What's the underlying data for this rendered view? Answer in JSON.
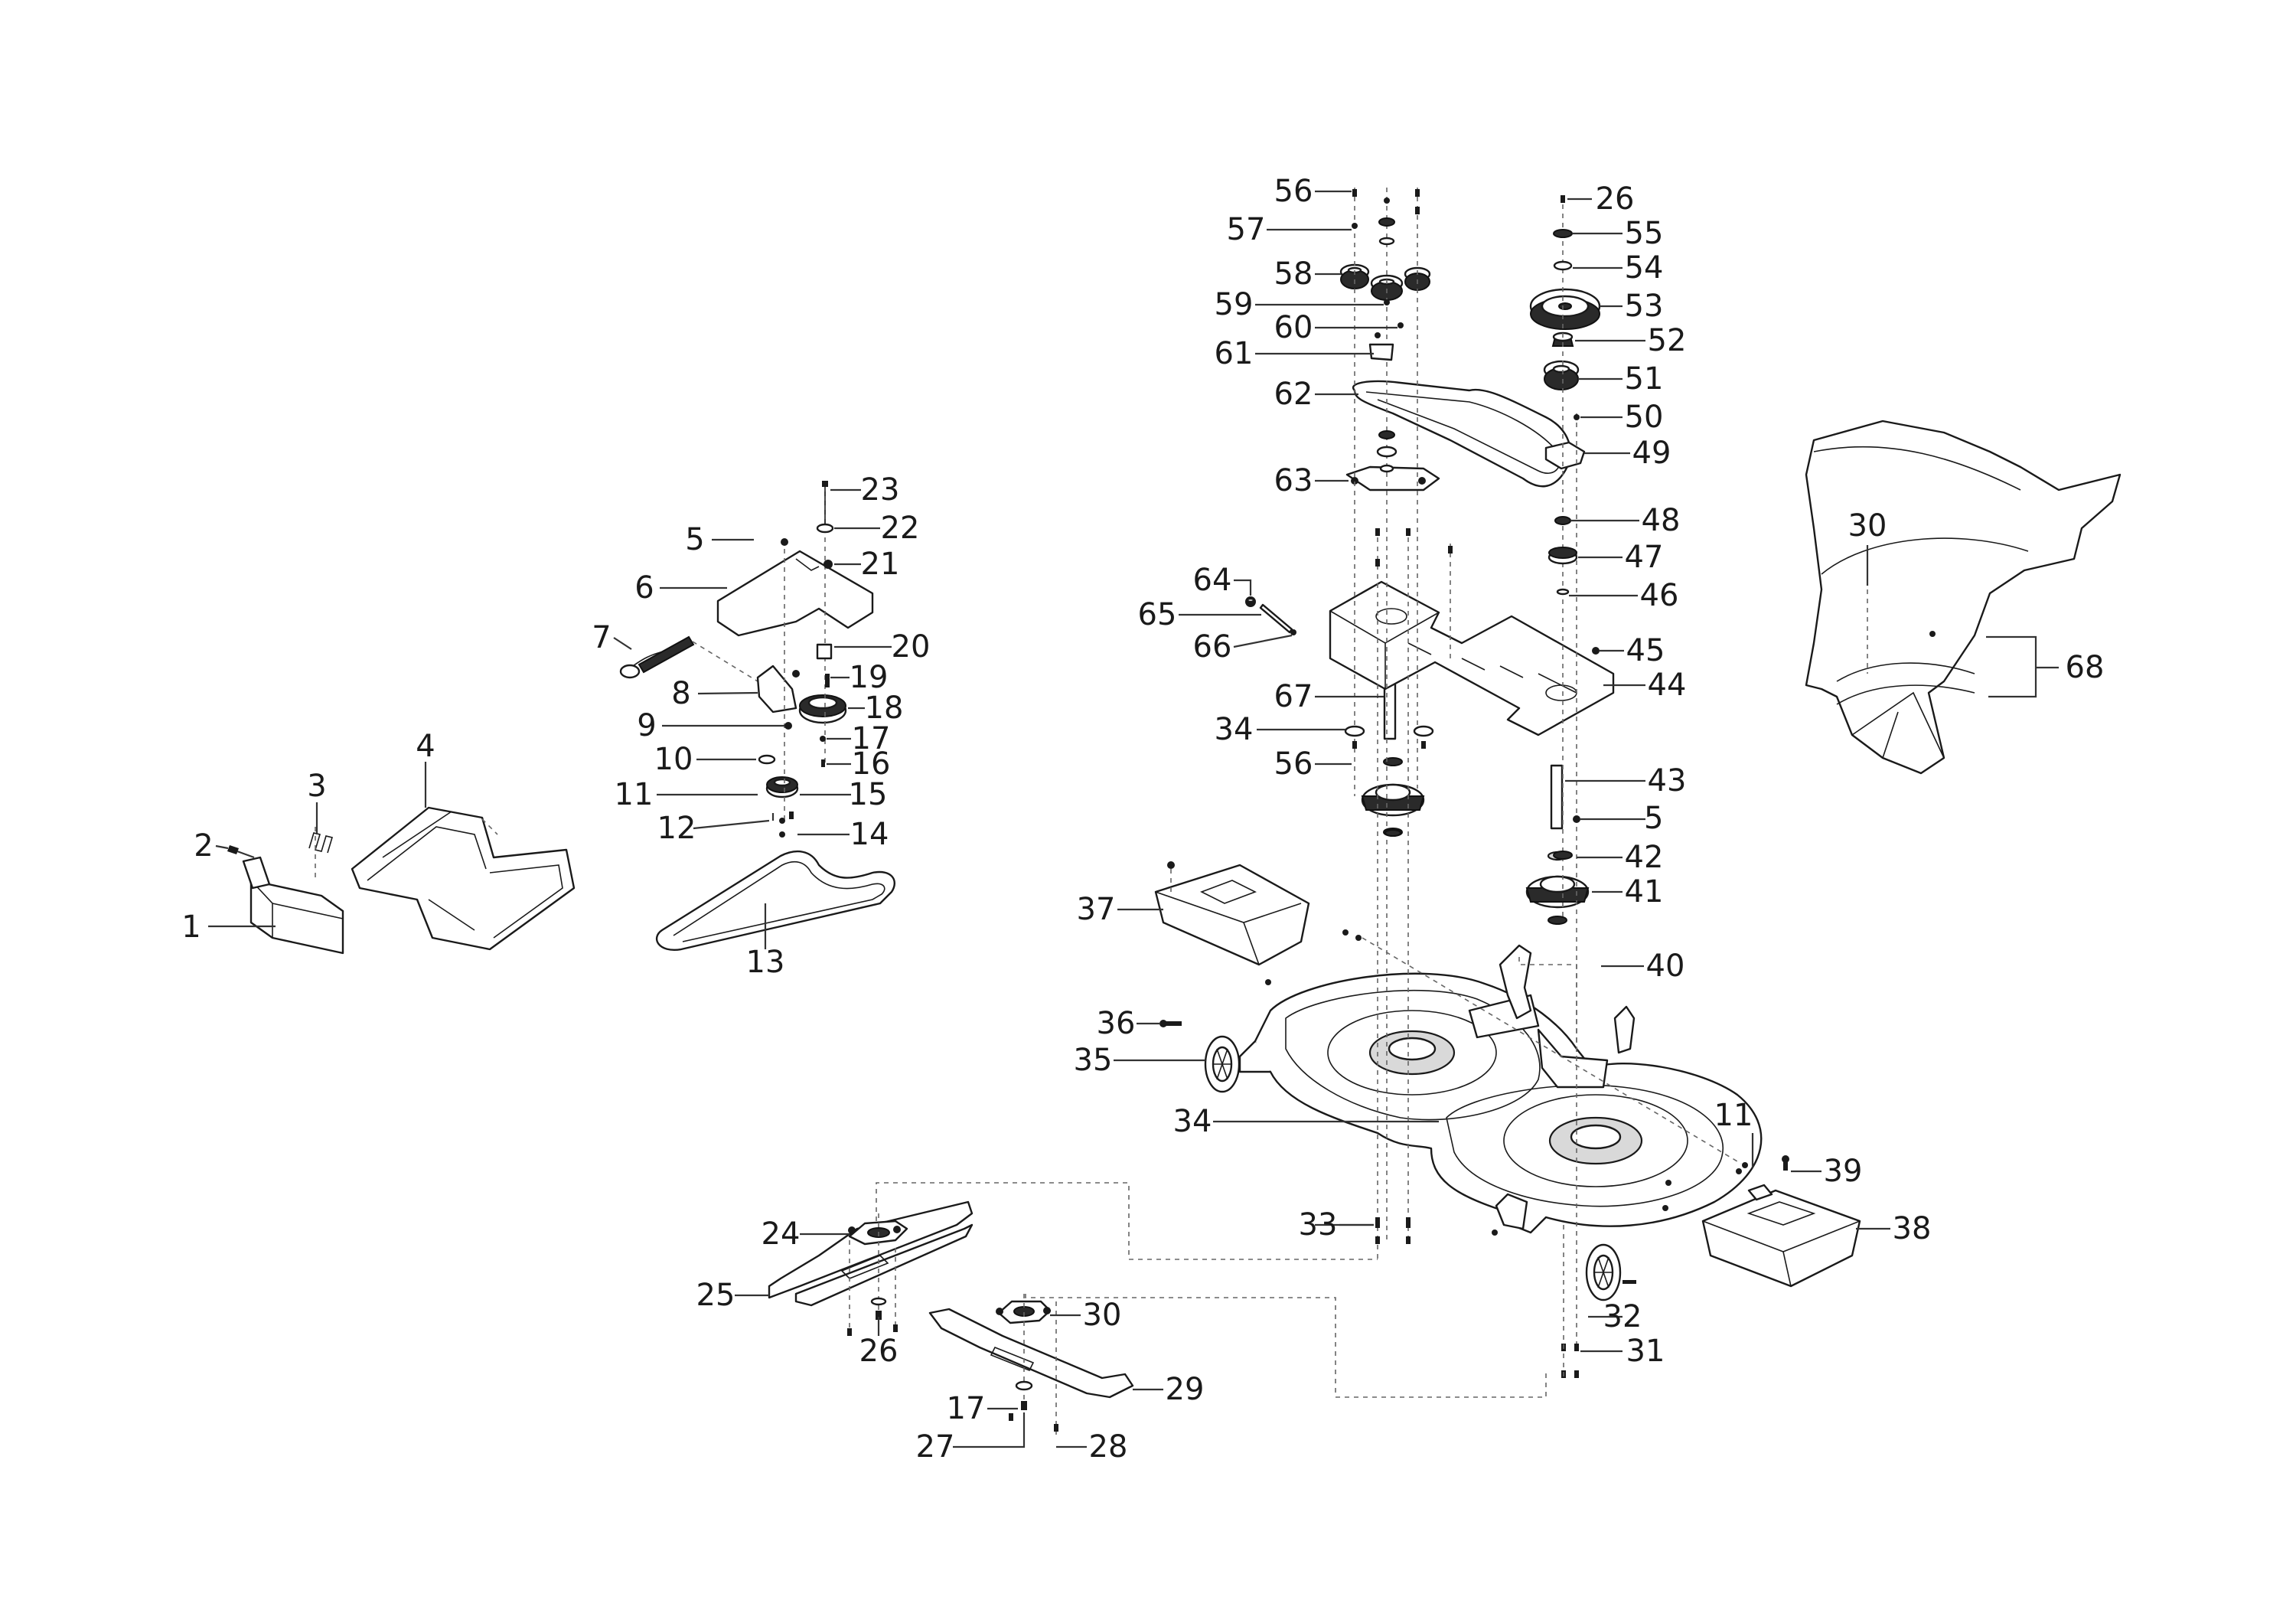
{
  "callouts": [
    {
      "id": "1",
      "text": "1"
    },
    {
      "id": "2",
      "text": "2"
    },
    {
      "id": "3",
      "text": "3"
    },
    {
      "id": "4",
      "text": "4"
    },
    {
      "id": "5a",
      "text": "5"
    },
    {
      "id": "5b",
      "text": "5"
    },
    {
      "id": "6",
      "text": "6"
    },
    {
      "id": "7",
      "text": "7"
    },
    {
      "id": "8",
      "text": "8"
    },
    {
      "id": "9",
      "text": "9"
    },
    {
      "id": "10",
      "text": "10"
    },
    {
      "id": "11a",
      "text": "11"
    },
    {
      "id": "11b",
      "text": "11"
    },
    {
      "id": "12",
      "text": "12"
    },
    {
      "id": "13",
      "text": "13"
    },
    {
      "id": "14",
      "text": "14"
    },
    {
      "id": "15",
      "text": "15"
    },
    {
      "id": "16",
      "text": "16"
    },
    {
      "id": "17a",
      "text": "17"
    },
    {
      "id": "17b",
      "text": "17"
    },
    {
      "id": "18",
      "text": "18"
    },
    {
      "id": "19",
      "text": "19"
    },
    {
      "id": "20",
      "text": "20"
    },
    {
      "id": "21",
      "text": "21"
    },
    {
      "id": "22",
      "text": "22"
    },
    {
      "id": "23",
      "text": "23"
    },
    {
      "id": "24",
      "text": "24"
    },
    {
      "id": "25",
      "text": "25"
    },
    {
      "id": "26a",
      "text": "26"
    },
    {
      "id": "26b",
      "text": "26"
    },
    {
      "id": "27",
      "text": "27"
    },
    {
      "id": "28",
      "text": "28"
    },
    {
      "id": "29",
      "text": "29"
    },
    {
      "id": "30a",
      "text": "30"
    },
    {
      "id": "30b",
      "text": "30"
    },
    {
      "id": "31",
      "text": "31"
    },
    {
      "id": "32",
      "text": "32"
    },
    {
      "id": "33",
      "text": "33"
    },
    {
      "id": "34a",
      "text": "34"
    },
    {
      "id": "34b",
      "text": "34"
    },
    {
      "id": "35",
      "text": "35"
    },
    {
      "id": "36",
      "text": "36"
    },
    {
      "id": "37",
      "text": "37"
    },
    {
      "id": "38",
      "text": "38"
    },
    {
      "id": "39",
      "text": "39"
    },
    {
      "id": "40",
      "text": "40"
    },
    {
      "id": "41",
      "text": "41"
    },
    {
      "id": "42",
      "text": "42"
    },
    {
      "id": "43",
      "text": "43"
    },
    {
      "id": "44",
      "text": "44"
    },
    {
      "id": "45",
      "text": "45"
    },
    {
      "id": "46",
      "text": "46"
    },
    {
      "id": "47",
      "text": "47"
    },
    {
      "id": "48",
      "text": "48"
    },
    {
      "id": "49",
      "text": "49"
    },
    {
      "id": "50",
      "text": "50"
    },
    {
      "id": "51",
      "text": "51"
    },
    {
      "id": "52",
      "text": "52"
    },
    {
      "id": "53",
      "text": "53"
    },
    {
      "id": "54",
      "text": "54"
    },
    {
      "id": "55",
      "text": "55"
    },
    {
      "id": "56a",
      "text": "56"
    },
    {
      "id": "56b",
      "text": "56"
    },
    {
      "id": "57",
      "text": "57"
    },
    {
      "id": "58",
      "text": "58"
    },
    {
      "id": "59",
      "text": "59"
    },
    {
      "id": "60",
      "text": "60"
    },
    {
      "id": "61",
      "text": "61"
    },
    {
      "id": "62",
      "text": "62"
    },
    {
      "id": "63",
      "text": "63"
    },
    {
      "id": "64",
      "text": "64"
    },
    {
      "id": "65",
      "text": "65"
    },
    {
      "id": "66",
      "text": "66"
    },
    {
      "id": "67",
      "text": "67"
    },
    {
      "id": "68",
      "text": "68"
    }
  ]
}
